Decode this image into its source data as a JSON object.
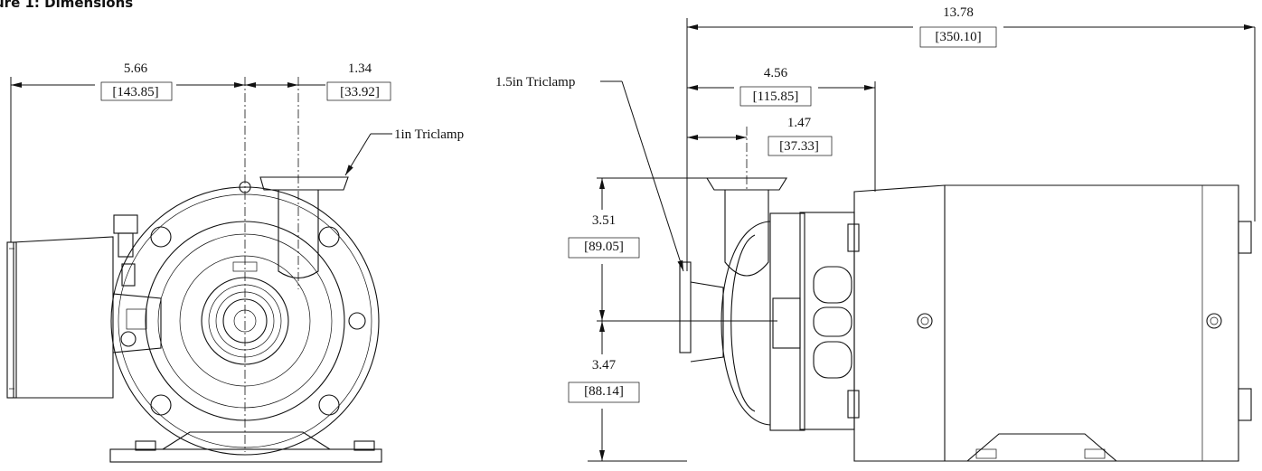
{
  "figure": {
    "title": "ure 1: Dimensions"
  },
  "front_view": {
    "dim_width_in": "5.66",
    "dim_width_mm": "[143.85]",
    "dim_outlet_in": "1.34",
    "dim_outlet_mm": "[33.92]",
    "outlet_label": "1in Triclamp"
  },
  "side_view": {
    "inlet_label": "1.5in Triclamp",
    "dim_overall_in": "13.78",
    "dim_overall_mm": "[350.10]",
    "dim_pumphead_in": "4.56",
    "dim_pumphead_mm": "[115.85]",
    "dim_outlet_offset_in": "1.47",
    "dim_outlet_offset_mm": "[37.33]",
    "dim_upper_height_in": "3.51",
    "dim_upper_height_mm": "[89.05]",
    "dim_lower_height_in": "3.47",
    "dim_lower_height_mm": "[88.14]"
  }
}
